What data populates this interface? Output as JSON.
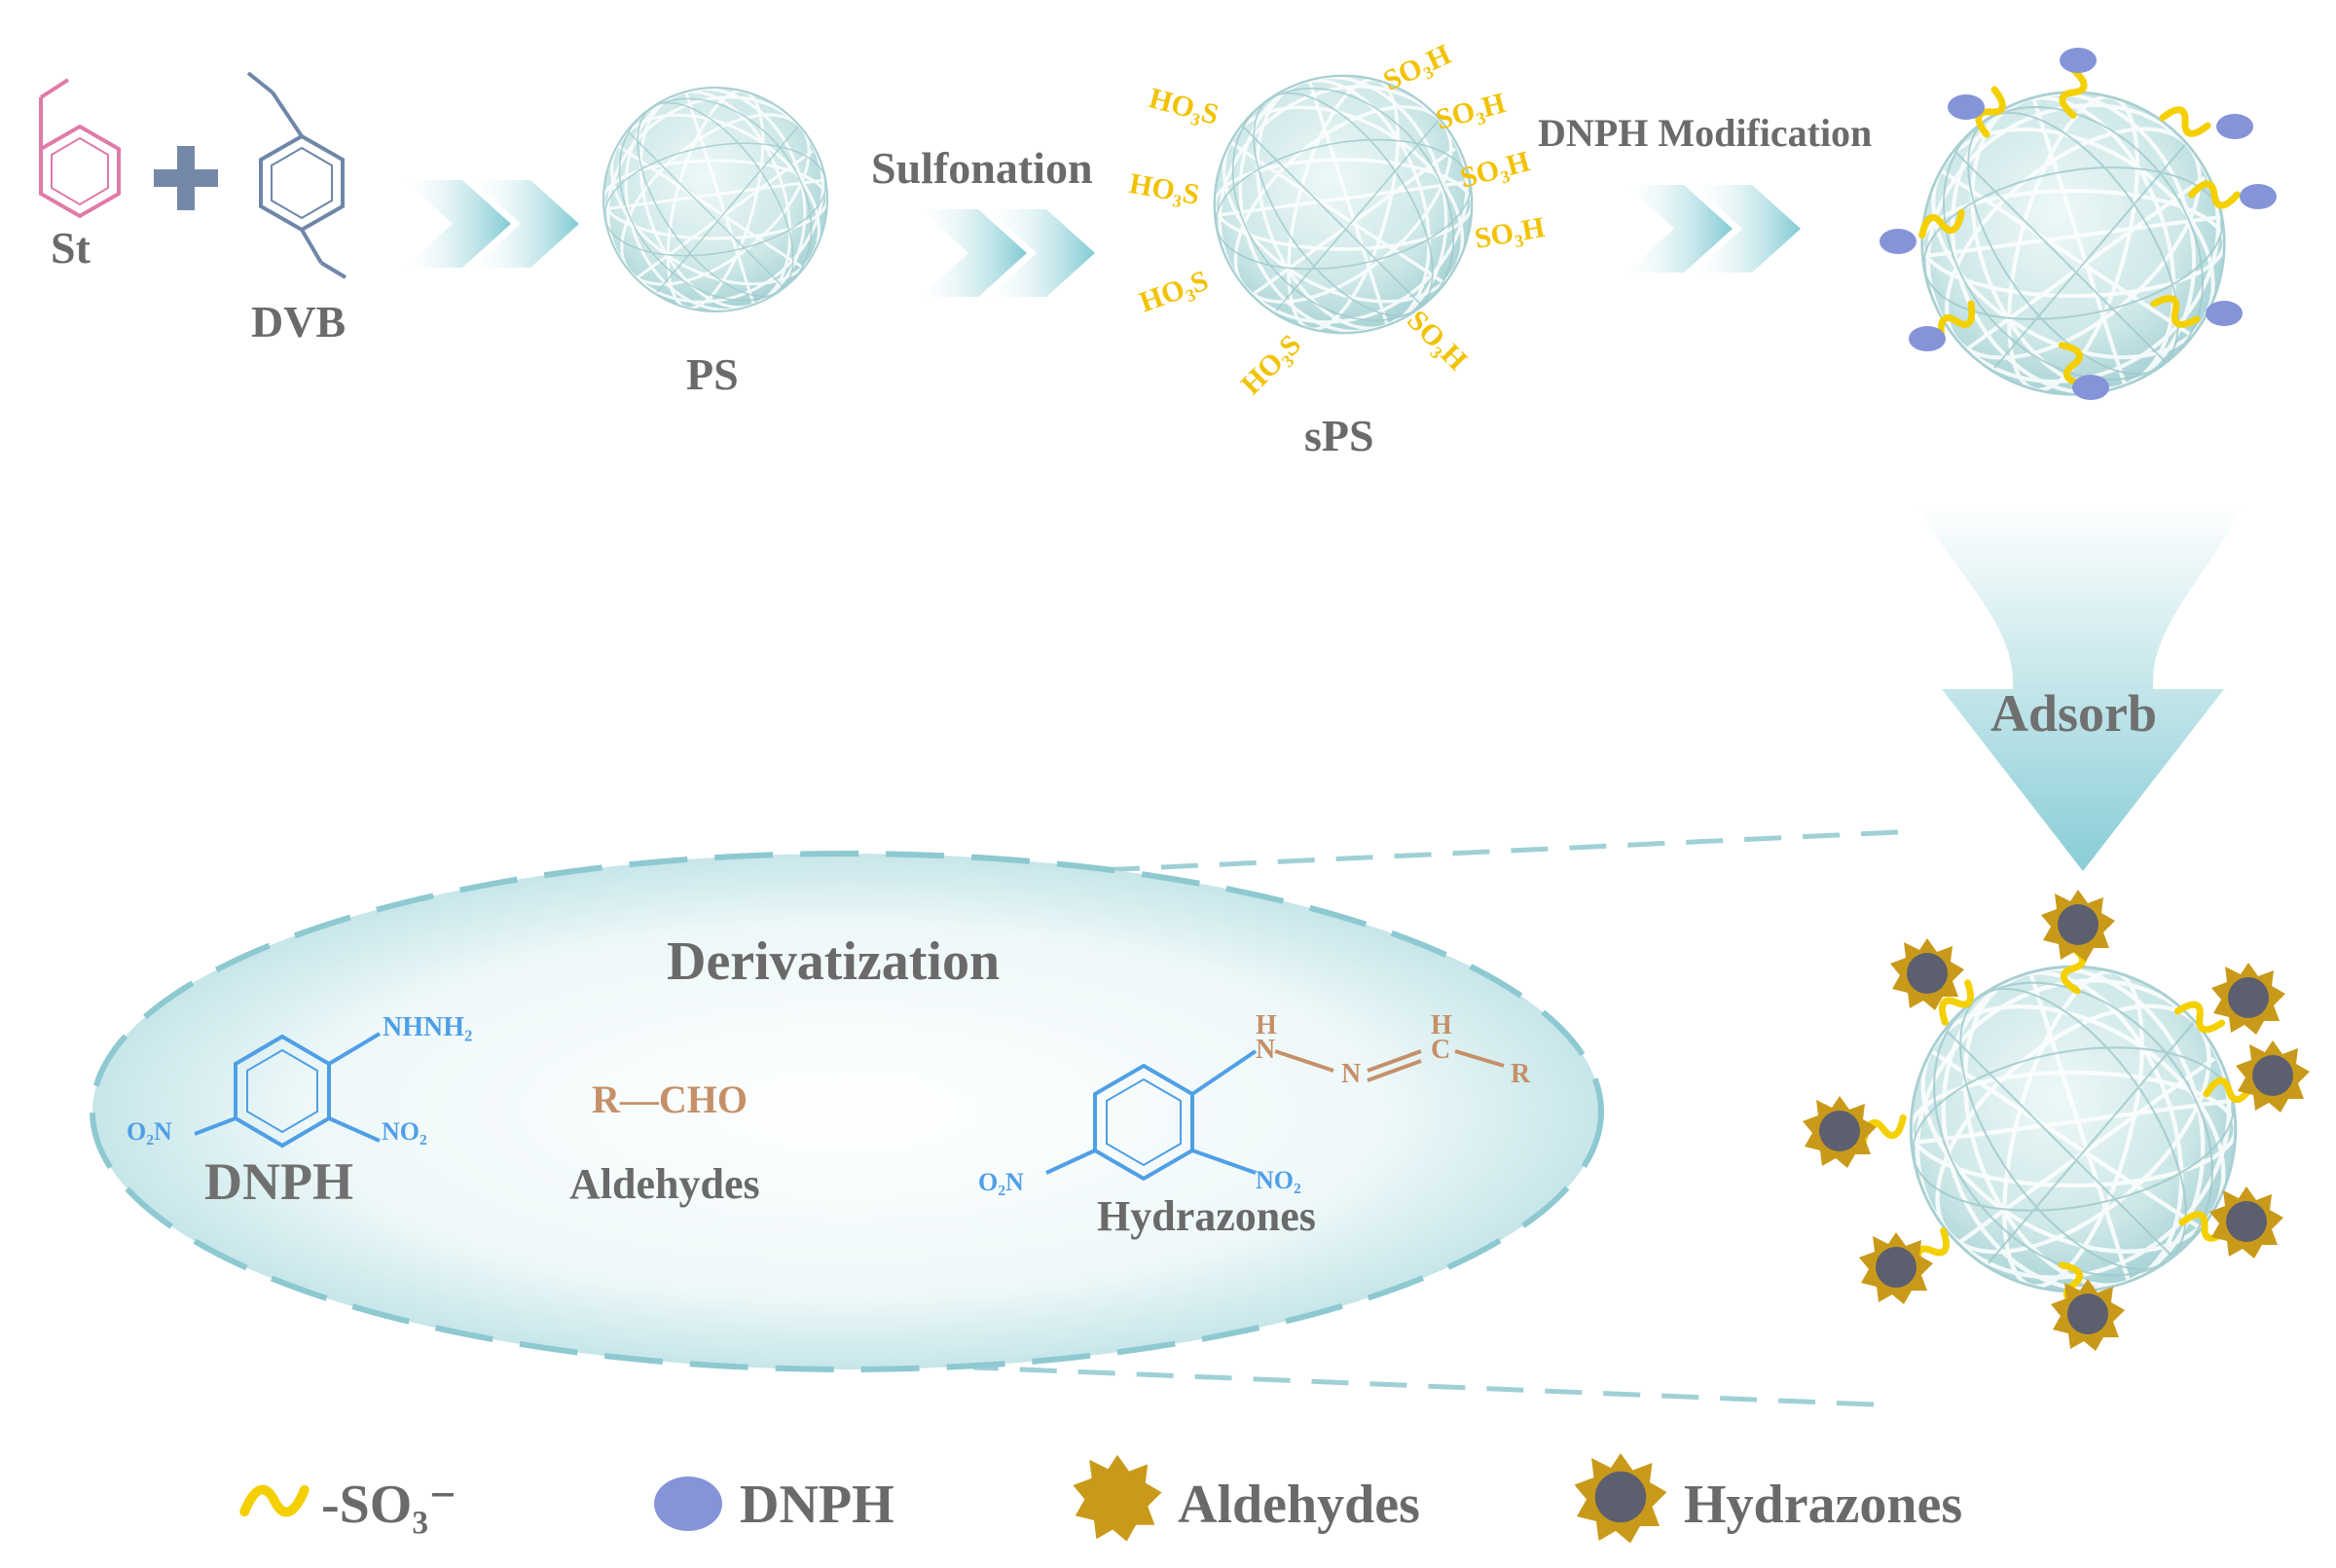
{
  "monomers": {
    "styrene_label": "St",
    "divinylbenzene_label": "DVB"
  },
  "spheres": {
    "ps_label": "PS",
    "sps_label": "sPS"
  },
  "steps": {
    "sulfonation": "Sulfonation",
    "dnph_modification": "DNPH Modification",
    "adsorb": "Adsorb"
  },
  "sulfonic_groups": {
    "so3h": "SO₃H",
    "ho3s": "HO₃S"
  },
  "derivatization": {
    "title": "Derivatization",
    "dnph": {
      "name": "DNPH",
      "nhnh2": "NHNH₂",
      "no2": "NO₂",
      "o2n": "O₂N"
    },
    "aldehyde": {
      "formula": "R—CHO",
      "name": "Aldehydes"
    },
    "hydrazone": {
      "name": "Hydrazones",
      "h_n": "H",
      "n1": "N",
      "n2": "N",
      "h_c": "H",
      "c": "C",
      "r": "R",
      "no2": "NO₂",
      "o2n": "O₂N"
    }
  },
  "legend": {
    "so3_minus": "-SO₃⁻",
    "dnph": "DNPH",
    "aldehydes": "Aldehydes",
    "hydrazones": "Hydrazones"
  },
  "colors": {
    "styrene": "#e07aa8",
    "dvb": "#6f86a8",
    "sphere": "#c9e6e6",
    "arrow": "#8fd0d8",
    "sulfonic": "#f2c200",
    "dnph_dot": "#8594d8",
    "star": "#c99a1a",
    "hydrazone_core": "#5c5f6e",
    "chem_blue": "#4f9fe6",
    "chem_brown": "#c59068"
  }
}
